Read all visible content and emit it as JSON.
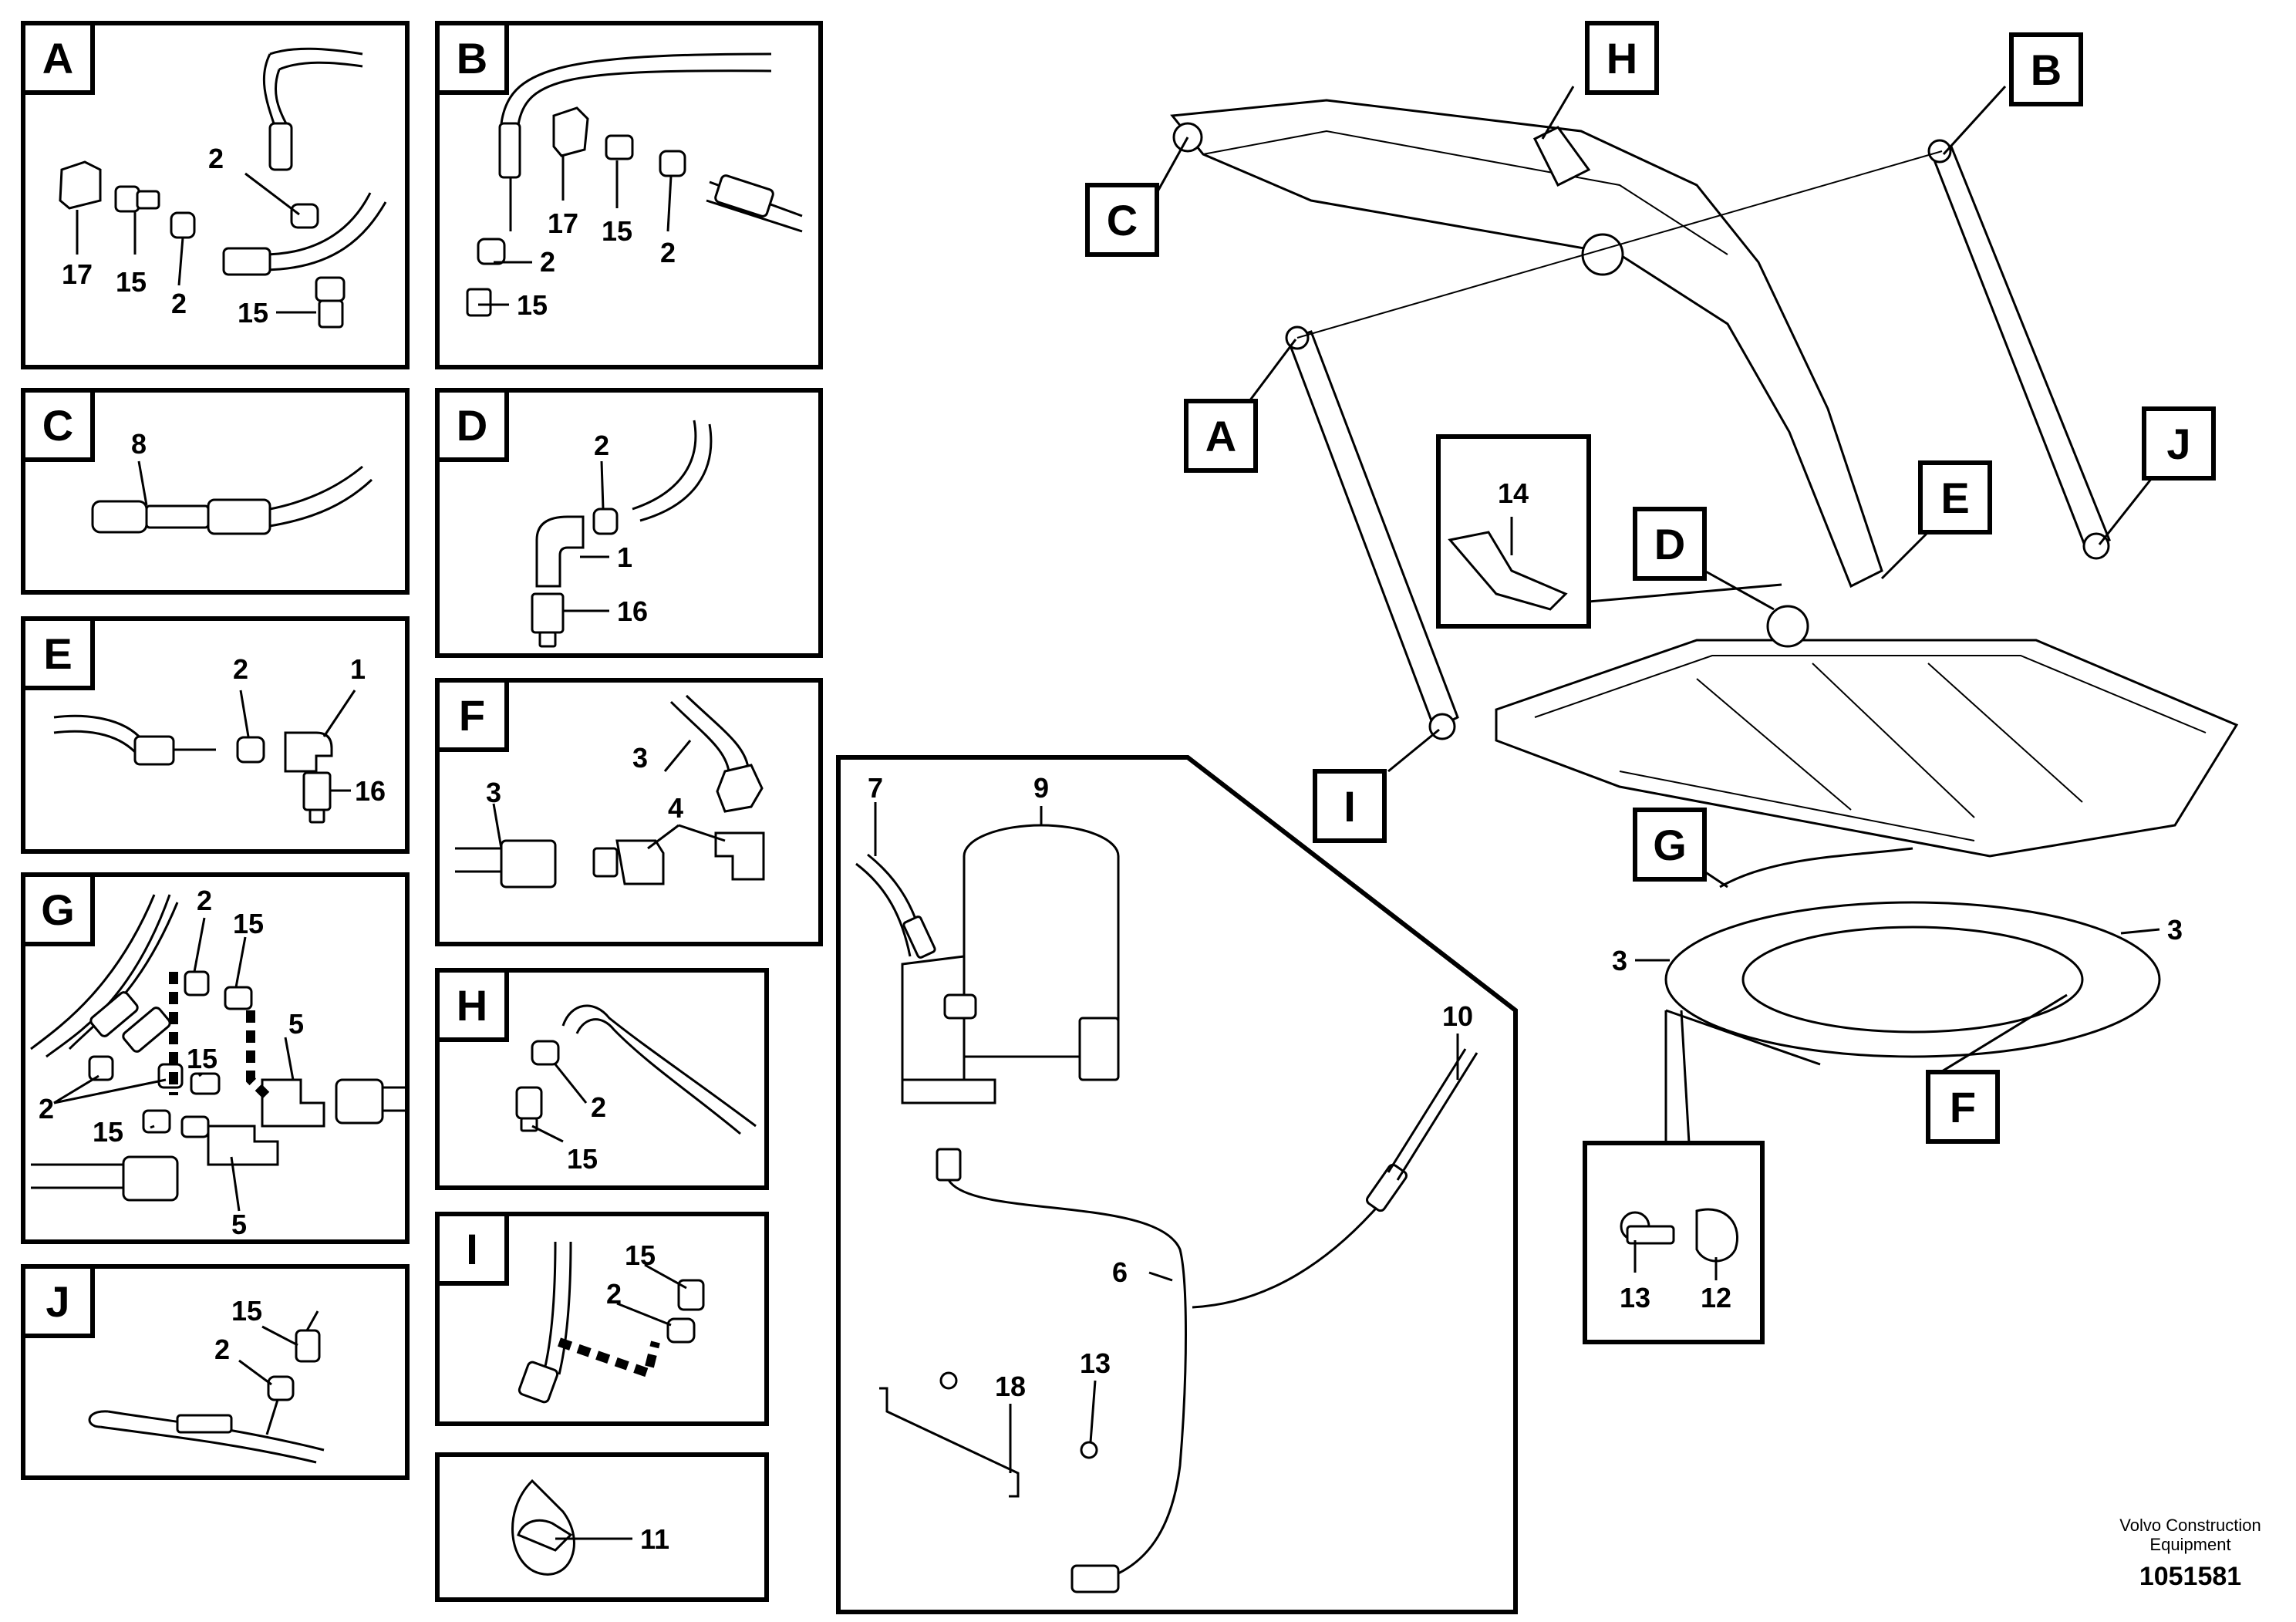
{
  "panels": {
    "A": {
      "tag": "A",
      "labels": {
        "n2": "2",
        "n17": "17",
        "n15a": "15",
        "n2b": "2",
        "n15b": "15"
      }
    },
    "B": {
      "tag": "B",
      "labels": {
        "n17": "17",
        "n15": "15",
        "n2": "2",
        "n2b": "2",
        "n15b": "15"
      }
    },
    "C": {
      "tag": "C",
      "labels": {
        "n8": "8"
      }
    },
    "D": {
      "tag": "D",
      "labels": {
        "n2": "2",
        "n1": "1",
        "n16": "16"
      }
    },
    "E": {
      "tag": "E",
      "labels": {
        "n2": "2",
        "n1": "1",
        "n16": "16"
      }
    },
    "F": {
      "tag": "F",
      "labels": {
        "n3a": "3",
        "n3b": "3",
        "n4": "4"
      }
    },
    "G": {
      "tag": "G",
      "labels": {
        "n2a": "2",
        "n15a": "15",
        "n15b": "15",
        "n5a": "5",
        "n2b": "2",
        "n15c": "15",
        "n5b": "5"
      }
    },
    "H": {
      "tag": "H",
      "labels": {
        "n2": "2",
        "n15": "15"
      }
    },
    "I": {
      "tag": "I",
      "labels": {
        "n15": "15",
        "n2": "2"
      }
    },
    "J": {
      "tag": "J",
      "labels": {
        "n15": "15",
        "n2": "2"
      }
    },
    "K": {
      "labels": {
        "n11": "11"
      }
    }
  },
  "center": {
    "labels": {
      "n7": "7",
      "n9": "9",
      "n10": "10",
      "n6": "6",
      "n18": "18",
      "n13": "13"
    }
  },
  "machine": {
    "tags": {
      "H": "H",
      "B": "B",
      "C": "C",
      "A": "A",
      "J": "J",
      "E": "E",
      "D": "D",
      "I": "I",
      "G": "G",
      "F": "F"
    },
    "labels": {
      "n14": "14",
      "n3a": "3",
      "n3b": "3",
      "n13": "13",
      "n12": "12"
    }
  },
  "footer": {
    "company_line1": "Volvo Construction",
    "company_line2": "Equipment",
    "drawing_number": "1051581"
  }
}
